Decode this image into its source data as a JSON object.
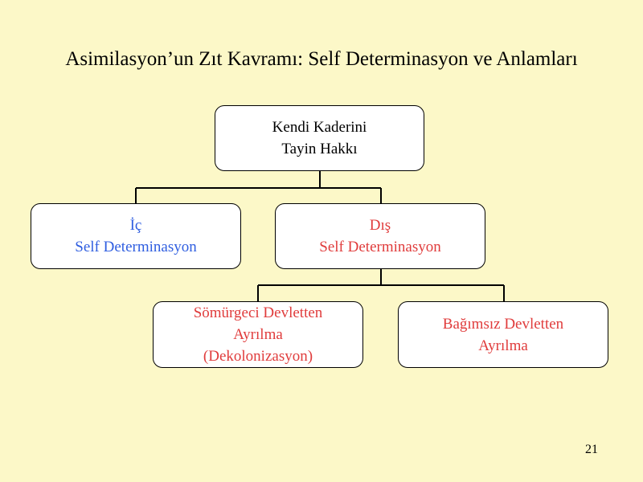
{
  "title": "Asimilasyon’un Zıt Kavramı: Self Determinasyon ve Anlamları",
  "nodes": {
    "root": {
      "line1": "Kendi Kaderini",
      "line2": "Tayin Hakkı"
    },
    "inner": {
      "line1": "İç",
      "line2": "Self Determinasyon",
      "color": "#2f5ee0"
    },
    "outer": {
      "line1": "Dış",
      "line2": "Self Determinasyon",
      "color": "#e03c3c"
    },
    "leaf1": {
      "line1": "Sömürgeci Devletten",
      "line2": "Ayrılma",
      "line3": "(Dekolonizasyon)",
      "color": "#e03c3c"
    },
    "leaf2": {
      "line1": "Bağımsız Devletten",
      "line2": "Ayrılma",
      "color": "#e03c3c"
    }
  },
  "page_number": "21",
  "colors": {
    "background": "#fcf8c8",
    "box_fill": "#ffffff",
    "line": "#000000"
  }
}
